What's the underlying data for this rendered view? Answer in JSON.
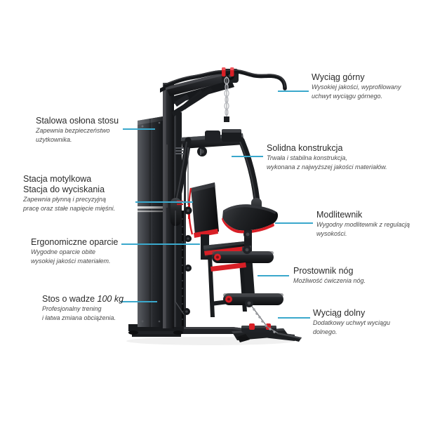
{
  "page": {
    "language": "pl",
    "background_color": "#ffffff",
    "connector_color": "#3aa8cc",
    "title_color": "#2b2b2b",
    "subtitle_color": "#4a4a4a"
  },
  "product": {
    "type": "home-gym-multistation",
    "frame_color": "#1c1c1e",
    "accent_color": "#d81f26",
    "shroud_color": "#3a3c40"
  },
  "callouts": [
    {
      "id": "wyciag-gorny",
      "side": "right",
      "title": "Wyciąg górny",
      "subtitle_lines": [
        "Wysokiej jakości, wyprofilowany",
        "uchwyt wyciągu górnego."
      ]
    },
    {
      "id": "stalowa-oslona-stosu",
      "side": "left",
      "title": "Stalowa osłona stosu",
      "subtitle_lines": [
        "Zapewnia bezpieczeństwo",
        "użytkownika."
      ]
    },
    {
      "id": "solidna-konstrukcja",
      "side": "right",
      "title": "Solidna konstrukcja",
      "subtitle_lines": [
        "Trwała i stabilna konstrukcja,",
        "wykonana z najwyższej jakości materiałów."
      ]
    },
    {
      "id": "stacja-motylkowa",
      "side": "left",
      "title": "Stacja motylkowa",
      "title_line2": "Stacja do wyciskania",
      "subtitle_lines": [
        "Zapewnia płynną i precyzyjną",
        "pracę oraz stałe napięcie mięśni."
      ]
    },
    {
      "id": "modlitewnik",
      "side": "right",
      "title": "Modlitewnik",
      "subtitle_lines": [
        "Wygodny modlitewnik z regulacją",
        "wysokości."
      ]
    },
    {
      "id": "ergonomiczne-oparcie",
      "side": "left",
      "title": "Ergonomiczne oparcie",
      "subtitle_lines": [
        "Wygodne oparcie obite",
        "wysokiej jakości materiałem."
      ]
    },
    {
      "id": "prostownik-nog",
      "side": "right",
      "title": "Prostownik nóg",
      "subtitle_lines": [
        "Możliwość ćwiczenia nóg."
      ]
    },
    {
      "id": "stos-o-wadze",
      "side": "left",
      "title_prefix": "Stos o wadze ",
      "title_weight": "100 kg",
      "subtitle_lines": [
        "Profesjonalny trening",
        "i łatwa zmiana obciążenia."
      ]
    },
    {
      "id": "wyciag-dolny",
      "side": "right",
      "title": "Wyciąg dolny",
      "subtitle_lines": [
        "Dodatkowy uchwyt wyciągu",
        "dolnego."
      ]
    }
  ]
}
